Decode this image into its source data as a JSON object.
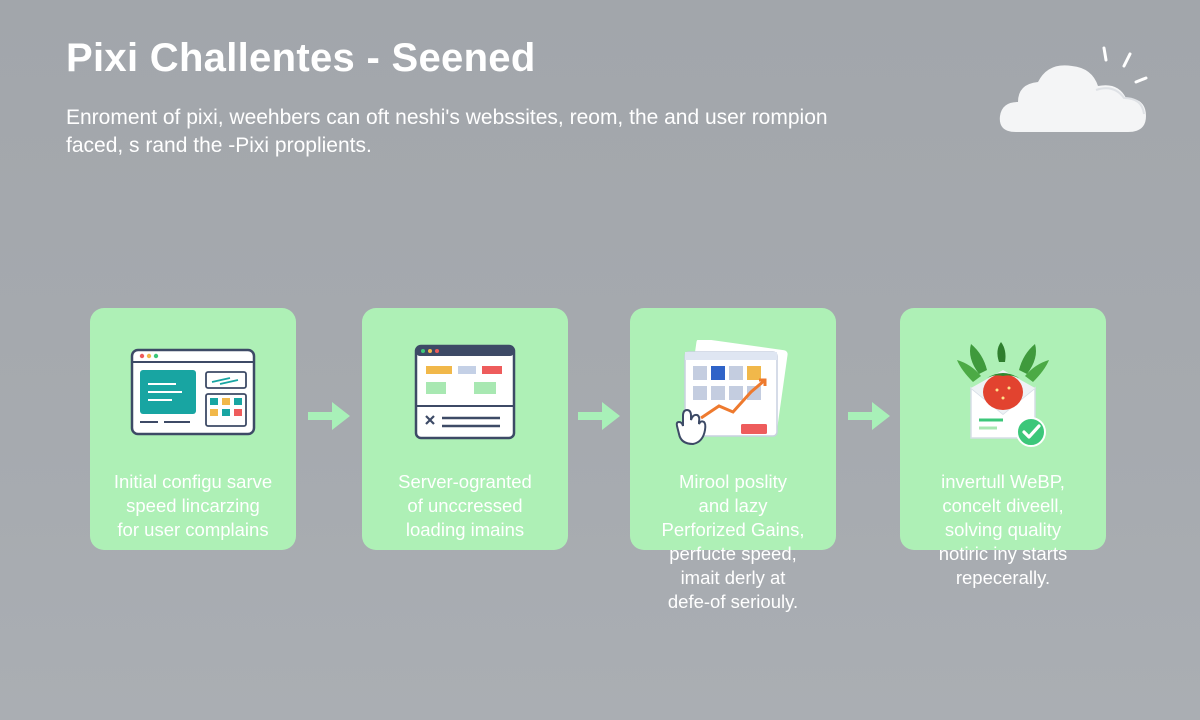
{
  "header": {
    "title": "Pixi Challentes - Seened",
    "subtitle_line1": "Enroment of pixi, weehbers can oft neshi's webssites, reom, the and user rompion",
    "subtitle_line2": "faced, s rand the -Pixi proplients."
  },
  "colors": {
    "background": "#a4a8ad",
    "card": "#aef0b6",
    "arrow": "#a8f0b8",
    "accent_green": "#3cc77a"
  },
  "steps": [
    {
      "icon": "browser-dashboard-icon",
      "lines": [
        "Initial configu sarve",
        "speed lincarzing",
        "for user complains"
      ]
    },
    {
      "icon": "server-window-icon",
      "lines": [
        "Server-ogranted",
        "of unccressed",
        "loading imains"
      ]
    },
    {
      "icon": "chart-hand-icon",
      "lines": [
        "Mirool poslity",
        "and lazy",
        "Perforized Gains,",
        "perfucte speed,",
        "imait derly at",
        "defe-of seriouly."
      ]
    },
    {
      "icon": "strawberry-envelope-icon",
      "lines": [
        "invertull WeBP,",
        "concelt diveell,",
        "solving quality",
        "notiric iny starts",
        "repecerally."
      ]
    }
  ]
}
